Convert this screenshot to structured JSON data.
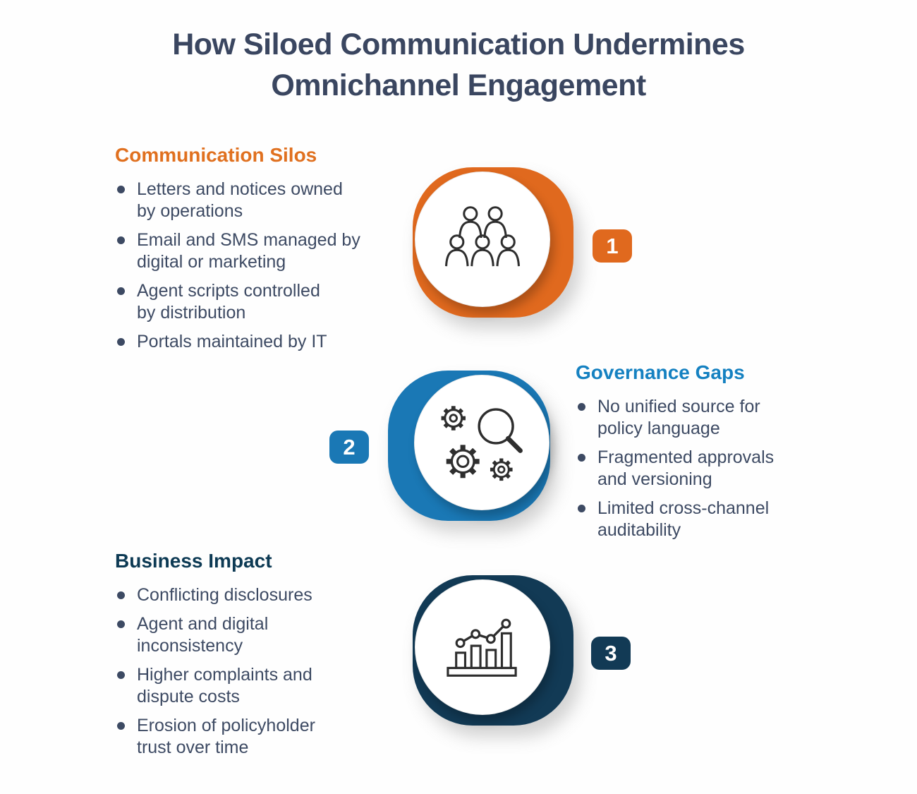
{
  "header": {
    "title": "How Siloed Communication Undermines\nOmnichannel Engagement"
  },
  "colors": {
    "background": "#fefefe",
    "title_text": "#3a4660",
    "body_text": "#3d4a63",
    "orange_accent": "#e0691e",
    "orange_heading": "#e0701f",
    "blue_accent": "#1a78b5",
    "blue_heading": "#1581c1",
    "navy_accent": "#123a55",
    "navy_heading": "#0d3a54"
  },
  "sections": [
    {
      "heading": "Communication Silos",
      "badge": "1",
      "icon": "people-group-icon",
      "accent": "#e0691e",
      "bullets": [
        "Letters and notices owned\nby operations",
        "Email and SMS managed by\ndigital or marketing",
        "Agent scripts controlled\nby distribution",
        "Portals maintained by IT"
      ]
    },
    {
      "heading": "Governance Gaps",
      "badge": "2",
      "icon": "gears-magnifier-icon",
      "accent": "#1a78b5",
      "bullets": [
        "No unified source for\npolicy language",
        "Fragmented approvals\nand versioning",
        "Limited cross-channel\nauditability"
      ]
    },
    {
      "heading": "Business Impact",
      "badge": "3",
      "icon": "bar-chart-trend-icon",
      "accent": "#123a55",
      "bullets": [
        "Conflicting disclosures",
        "Agent and digital\ninconsistency",
        "Higher complaints and\ndispute costs",
        "Erosion of policyholder\ntrust over time"
      ]
    }
  ]
}
